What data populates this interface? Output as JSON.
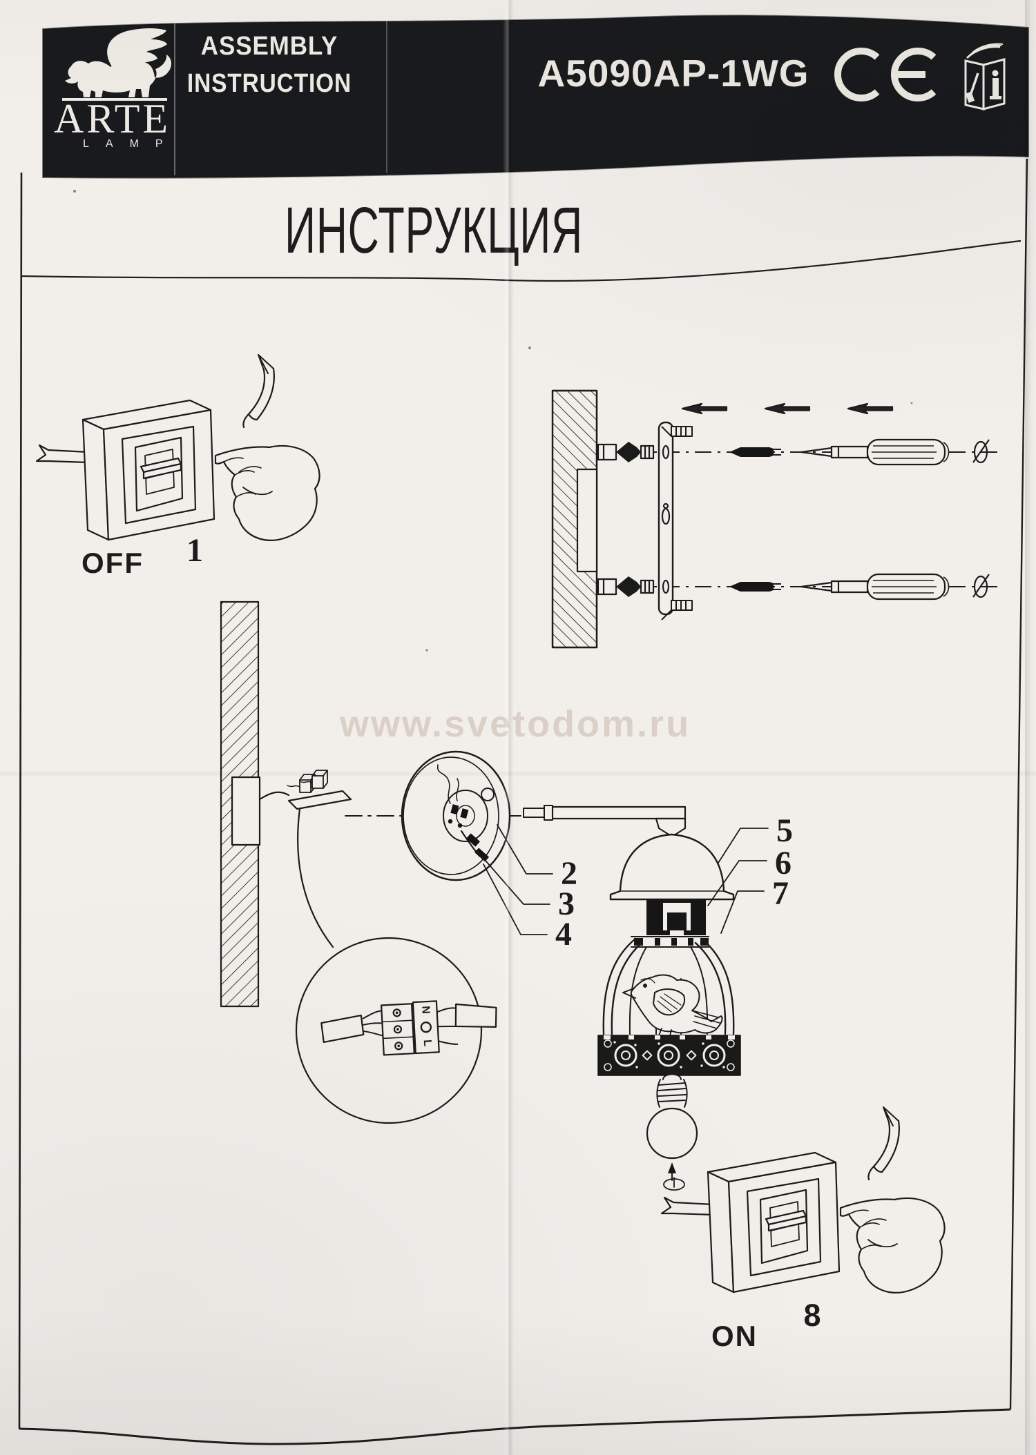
{
  "header": {
    "brand": {
      "logo_icon": "winged-lion-icon",
      "name": "ARTE",
      "sub": "LAMP"
    },
    "title_line1": "ASSEMBLY",
    "title_line2": "INSTRUCTION",
    "model": "A5090AP-1WG",
    "ce_icon": "ce-mark-icon",
    "manual_icon": "instruction-booklet-icon"
  },
  "page_title": "ИНСТРУКЦИЯ",
  "watermark": "www.svetodom.ru",
  "diagram": {
    "step1": {
      "number": "1",
      "switch_label": "OFF"
    },
    "step8": {
      "number": "8",
      "switch_label": "ON"
    },
    "callouts": {
      "c2": "2",
      "c3": "3",
      "c4": "4",
      "c5": "5",
      "c6": "6",
      "c7": "7"
    },
    "connector": {
      "neutral": "N",
      "line": "L"
    }
  },
  "colors": {
    "paper": "#f2efeb",
    "ink": "#1b1b1b",
    "band": "#191a1d",
    "watermark": "#d8cec4"
  }
}
